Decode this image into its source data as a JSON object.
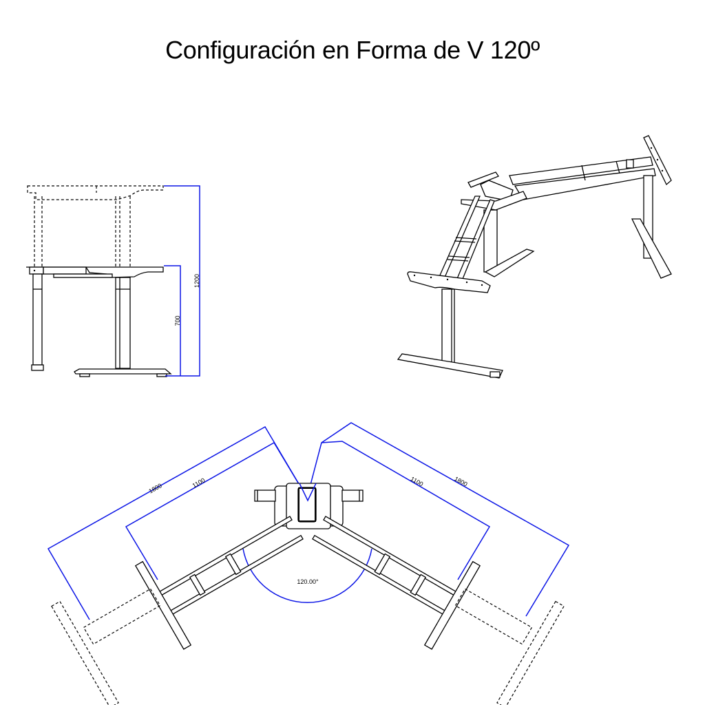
{
  "title": "Configuración en Forma de V 120º",
  "colors": {
    "dimension_line": "#0a14e6",
    "drawing_line": "#000000",
    "background": "#ffffff"
  },
  "side_view": {
    "dimensions": {
      "max_height": "1200",
      "min_height": "700"
    }
  },
  "isometric_view": {
    "label": ""
  },
  "top_view": {
    "dimensions": {
      "left_outer": "1800",
      "left_inner": "1100",
      "right_inner": "1100",
      "right_outer": "1800",
      "angle": "120.00°"
    }
  }
}
